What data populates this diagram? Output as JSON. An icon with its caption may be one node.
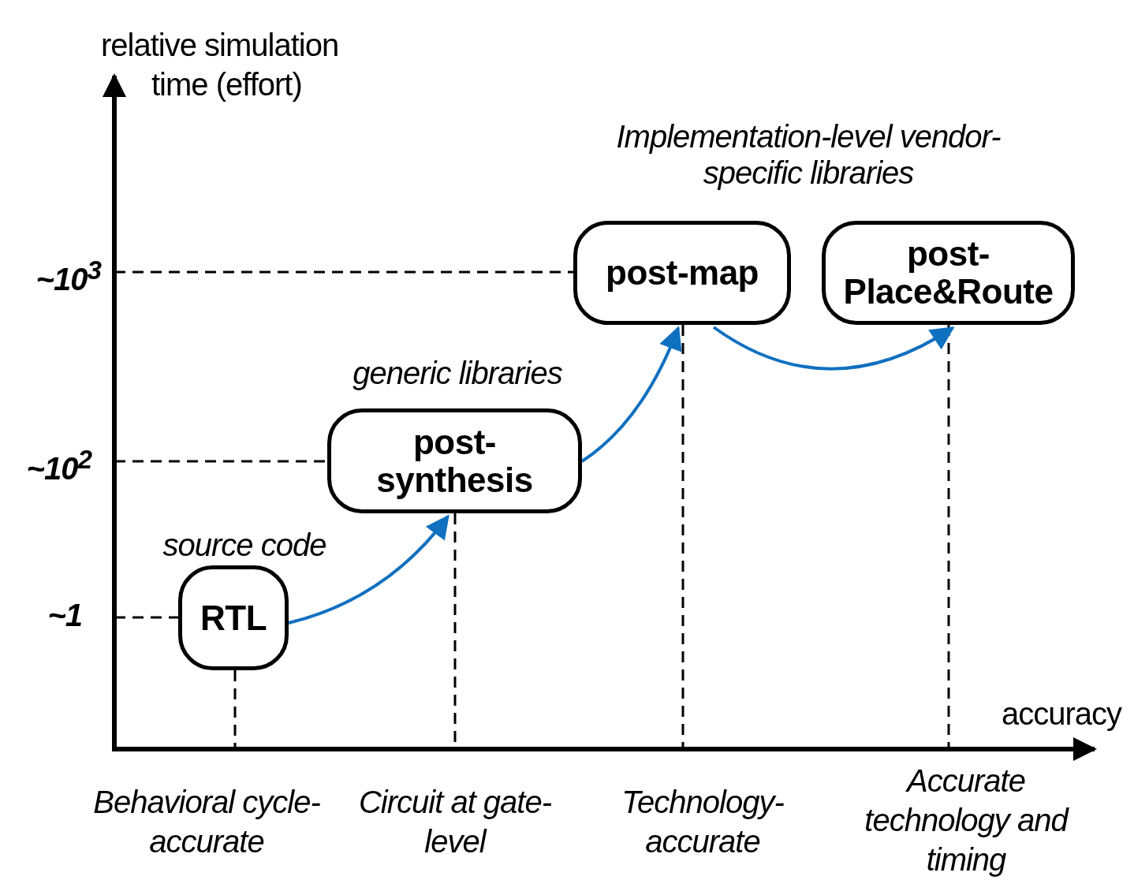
{
  "diagram": {
    "nodes": [
      {
        "text": [
          "RTL"
        ],
        "beside": [
          "source code"
        ]
      },
      {
        "text": [
          "post-synthesis"
        ],
        "beside": [
          "generic libraries"
        ]
      },
      {
        "text": [
          "post-map"
        ],
        "beside": [
          "Implementation-level vendor-specific libraries"
        ]
      },
      {
        "text": [
          "post-Place&Route"
        ]
      }
    ],
    "edges": [
      {
        "from": 0,
        "to": 1,
        "arrow": "to"
      },
      {
        "from": 1,
        "to": 2,
        "arrow": "to"
      },
      {
        "from": 2,
        "to": 3,
        "arrow": "to"
      }
    ],
    "labels": [
      "relative simulation time (effort)",
      "~10$^{3}$",
      "~10$^{2}$",
      "~1",
      "accuracy",
      "Behavioral cycle-accurate",
      "Circuit at gate-level",
      "Technology-accurate",
      "Accurate technology and timing"
    ]
  }
}
